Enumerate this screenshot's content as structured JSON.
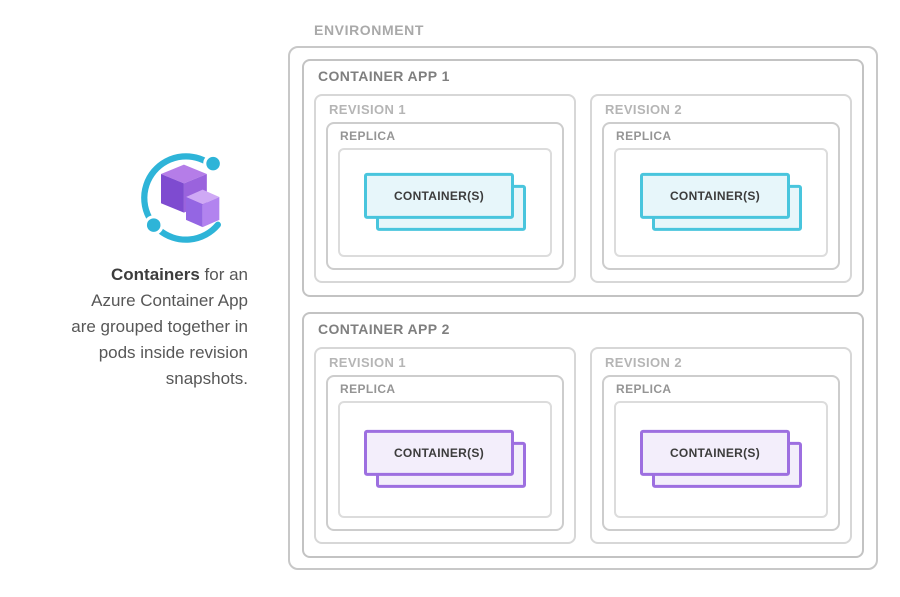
{
  "colors": {
    "teal_border": "#49c5dd",
    "teal_fill": "#e7f6fa",
    "purple_border": "#9d6fe0",
    "purple_fill": "#f3eefb",
    "box_border_gray": "#c8c8c8",
    "label_gray": "#7f7f7f"
  },
  "legend": {
    "icon": "azure-container-apps-icon",
    "caption": {
      "bold": "Containers",
      "line1_rest": " for an",
      "line2": "Azure Container App",
      "line3": "are grouped together in",
      "line4": "pods inside revision",
      "line5": "snapshots."
    }
  },
  "diagram": {
    "environment_label": "ENVIRONMENT",
    "apps": [
      {
        "label": "CONTAINER APP 1",
        "theme": "teal",
        "revisions": [
          {
            "label": "REVISION 1",
            "replica_label": "REPLICA",
            "container_label": "CONTAINER(S)"
          },
          {
            "label": "REVISION 2",
            "replica_label": "REPLICA",
            "container_label": "CONTAINER(S)"
          }
        ]
      },
      {
        "label": "CONTAINER APP 2",
        "theme": "purple",
        "revisions": [
          {
            "label": "REVISION 1",
            "replica_label": "REPLICA",
            "container_label": "CONTAINER(S)"
          },
          {
            "label": "REVISION 2",
            "replica_label": "REPLICA",
            "container_label": "CONTAINER(S)"
          }
        ]
      }
    ]
  }
}
